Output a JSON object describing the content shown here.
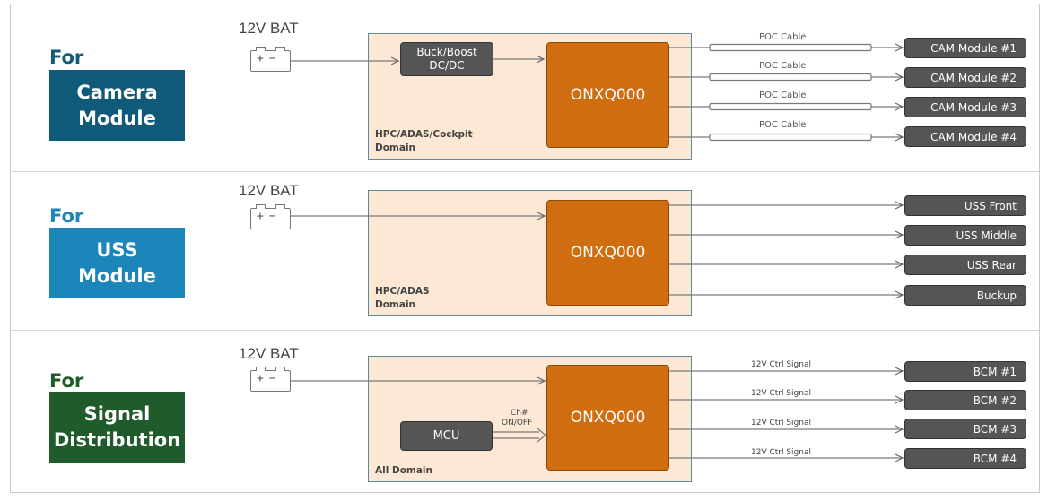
{
  "colors": {
    "camera_box": "#0f5a79",
    "camera_for": "#0f5a79",
    "uss_box": "#1c85b9",
    "uss_for": "#1c85b9",
    "signal_box": "#1f5b2b",
    "signal_for": "#1f5b2b",
    "chip": "#cf6d10",
    "domain_fill": "#fce8d4",
    "grey_box": "#555555"
  },
  "sections": {
    "camera": {
      "for_label": "For",
      "module_line1": "Camera",
      "module_line2": "Module",
      "battery_label": "12V BAT",
      "buck_boost": "Buck/Boost\nDC/DC",
      "chip_label": "ONXQ000",
      "domain_label": "HPC/ADAS/Cockpit\nDomain",
      "cable_label": "POC Cable",
      "outputs": [
        "CAM Module #1",
        "CAM Module #2",
        "CAM Module #3",
        "CAM Module #4"
      ]
    },
    "uss": {
      "for_label": "For",
      "module_line1": "USS",
      "module_line2": "Module",
      "battery_label": "12V BAT",
      "chip_label": "ONXQ000",
      "domain_label": "HPC/ADAS\nDomain",
      "outputs": [
        "USS Front",
        "USS Middle",
        "USS Rear",
        "Buckup"
      ]
    },
    "signal": {
      "for_label": "For",
      "module_line1": "Signal",
      "module_line2": "Distribution",
      "battery_label": "12V BAT",
      "mcu_label": "MCU",
      "ch_label": "Ch#",
      "onoff_label": "ON/OFF",
      "chip_label": "ONXQ000",
      "domain_label": "All Domain",
      "signal_label": "12V Ctrl Signal",
      "outputs": [
        "BCM #1",
        "BCM #2",
        "BCM #3",
        "BCM #4"
      ]
    }
  }
}
